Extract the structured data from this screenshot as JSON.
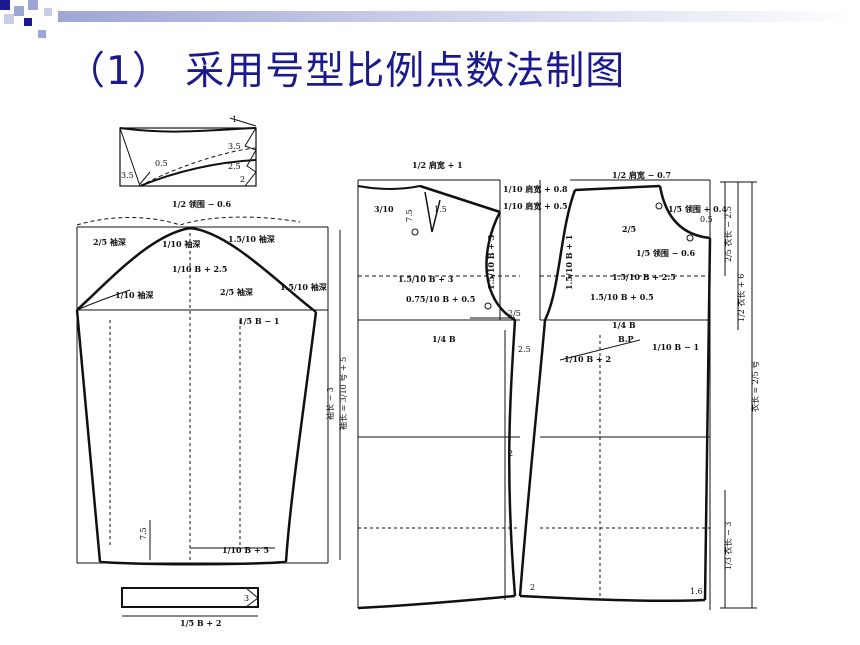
{
  "slide": {
    "title": "（1） 采用号型比例点数法制图",
    "accent_colors": {
      "title": "#1a1a8c",
      "bullet_dark": "#1a1a8c",
      "bullet_light": "#9ea6d6"
    }
  },
  "collar": {
    "labels": [
      "1",
      "3.5",
      "2.5",
      "0.5",
      "3.5",
      "2",
      "1/2 领围 − 0.6"
    ]
  },
  "sleeve": {
    "labels": [
      "2/5 袖深",
      "1/10 袖深",
      "1.5/10 袖深",
      "1/10 B + 2.5",
      "2/5 袖深",
      "1.5/10 袖深",
      "1/10 袖深",
      "1/5 B − 1",
      "袖长 − 3",
      "袖长 = 3/10 号 + 5",
      "7.5",
      "1/10 B + 5"
    ]
  },
  "cuff": {
    "labels": [
      "3",
      "1/5 B + 2"
    ]
  },
  "back": {
    "labels": [
      "1/2 肩宽 + 1",
      "3/10",
      "7.5",
      "1.5",
      "1/10 肩宽 + 0.8",
      "1/10 肩宽 + 0.5",
      "1.5/10 B + 3",
      "1.5/10 B + 3",
      "0.75/10 B + 0.5",
      "2/5",
      "1/4 B",
      "2.5",
      "2"
    ]
  },
  "front": {
    "labels": [
      "1/2 肩宽 − 0.7",
      "1/5 领围 + 0.4",
      "0.5",
      "2/5",
      "1/5 领围 − 0.6",
      "1.5/10 B + 1",
      "1.5/10 B + 2.5",
      "1.5/10 B + 0.5",
      "1/4 B",
      "B.P",
      "1/10 B + 2",
      "1/10 B − 1",
      "2",
      "1.6"
    ]
  },
  "side_dims": {
    "labels": [
      "2/5 衣长 − 2.5",
      "1/2 衣长 + 6",
      "衣长 = 2/5 号",
      "1/3 衣长 − 3"
    ]
  }
}
